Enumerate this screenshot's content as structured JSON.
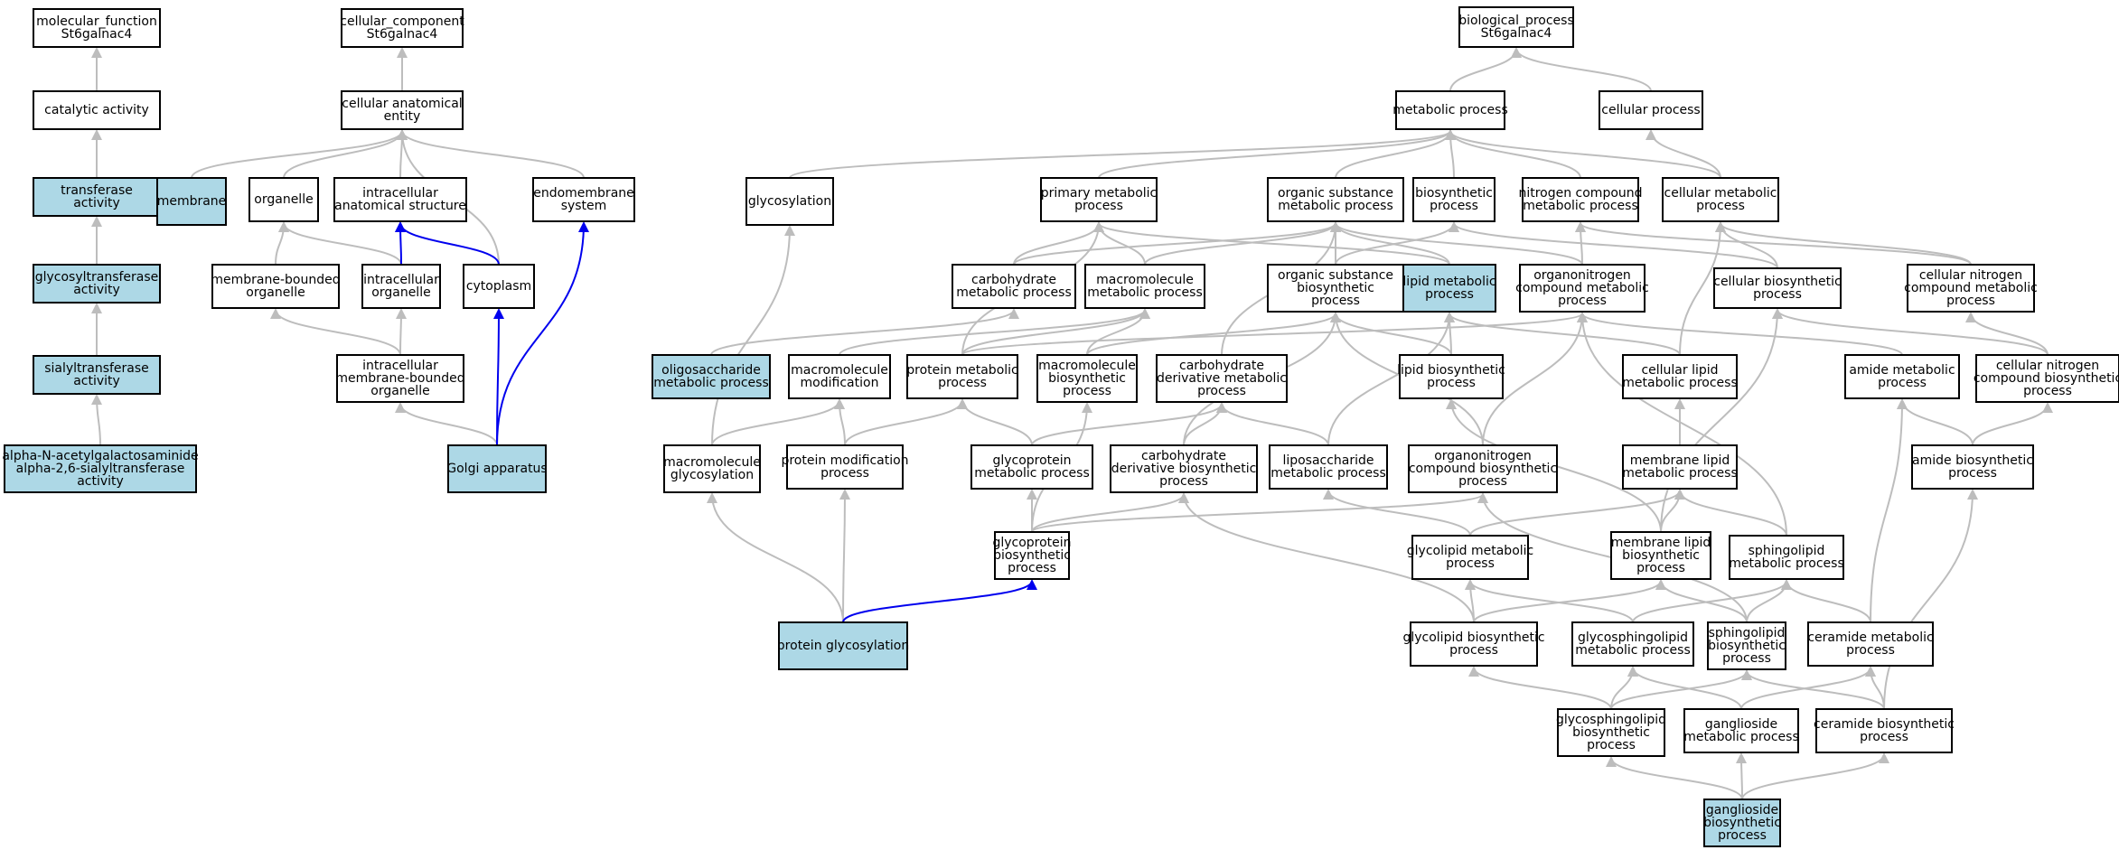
{
  "title": "",
  "colors": {
    "default_fill": "#ffffff",
    "highlight_fill": "#add8e6",
    "edge_default": "#bdbdbd",
    "edge_highlight": "#0000ee",
    "border": "#000000"
  },
  "nodes": [
    {
      "id": "mf",
      "lines": [
        "molecular_function",
        "St6galnac4"
      ],
      "highlight": false
    },
    {
      "id": "cat",
      "lines": [
        "catalytic activity"
      ],
      "highlight": false
    },
    {
      "id": "trf",
      "lines": [
        "transferase",
        "activity"
      ],
      "highlight": true
    },
    {
      "id": "gtr",
      "lines": [
        "glycosyltransferase",
        "activity"
      ],
      "highlight": true
    },
    {
      "id": "sia",
      "lines": [
        "sialyltransferase",
        "activity"
      ],
      "highlight": true
    },
    {
      "id": "alpha",
      "lines": [
        "alpha-N-acetylgalactosaminide",
        "alpha-2,6-sialyltransferase",
        "activity"
      ],
      "highlight": true
    },
    {
      "id": "cc",
      "lines": [
        "cellular_component",
        "St6galnac4"
      ],
      "highlight": false
    },
    {
      "id": "cae",
      "lines": [
        "cellular anatomical",
        "entity"
      ],
      "highlight": false
    },
    {
      "id": "mem",
      "lines": [
        "membrane"
      ],
      "highlight": true
    },
    {
      "id": "org",
      "lines": [
        "organelle"
      ],
      "highlight": false
    },
    {
      "id": "ias",
      "lines": [
        "intracellular",
        "anatomical structure"
      ],
      "highlight": false
    },
    {
      "id": "endo",
      "lines": [
        "endomembrane",
        "system"
      ],
      "highlight": false
    },
    {
      "id": "mbo",
      "lines": [
        "membrane-bounded",
        "organelle"
      ],
      "highlight": false
    },
    {
      "id": "io",
      "lines": [
        "intracellular",
        "organelle"
      ],
      "highlight": false
    },
    {
      "id": "cyto",
      "lines": [
        "cytoplasm"
      ],
      "highlight": false
    },
    {
      "id": "imbo",
      "lines": [
        "intracellular",
        "membrane-bounded",
        "organelle"
      ],
      "highlight": false
    },
    {
      "id": "golgi",
      "lines": [
        "Golgi apparatus"
      ],
      "highlight": true
    },
    {
      "id": "bp",
      "lines": [
        "biological_process",
        "St6galnac4"
      ],
      "highlight": false
    },
    {
      "id": "mp",
      "lines": [
        "metabolic process"
      ],
      "highlight": false
    },
    {
      "id": "cp",
      "lines": [
        "cellular process"
      ],
      "highlight": false
    },
    {
      "id": "glyco",
      "lines": [
        "glycosylation"
      ],
      "highlight": false
    },
    {
      "id": "pmp",
      "lines": [
        "primary metabolic",
        "process"
      ],
      "highlight": false
    },
    {
      "id": "osmp",
      "lines": [
        "organic substance",
        "metabolic process"
      ],
      "highlight": false
    },
    {
      "id": "bsp",
      "lines": [
        "biosynthetic",
        "process"
      ],
      "highlight": false
    },
    {
      "id": "ncmp",
      "lines": [
        "nitrogen compound",
        "metabolic process"
      ],
      "highlight": false
    },
    {
      "id": "cmp",
      "lines": [
        "cellular metabolic",
        "process"
      ],
      "highlight": false
    },
    {
      "id": "carb",
      "lines": [
        "carbohydrate",
        "metabolic process"
      ],
      "highlight": false
    },
    {
      "id": "macro",
      "lines": [
        "macromolecule",
        "metabolic process"
      ],
      "highlight": false
    },
    {
      "id": "osbp",
      "lines": [
        "organic substance",
        "biosynthetic",
        "process"
      ],
      "highlight": false
    },
    {
      "id": "lmp",
      "lines": [
        "lipid metabolic",
        "process"
      ],
      "highlight": true
    },
    {
      "id": "oncmp",
      "lines": [
        "organonitrogen",
        "compound metabolic",
        "process"
      ],
      "highlight": false
    },
    {
      "id": "cbp",
      "lines": [
        "cellular biosynthetic",
        "process"
      ],
      "highlight": false
    },
    {
      "id": "cncmp",
      "lines": [
        "cellular nitrogen",
        "compound metabolic",
        "process"
      ],
      "highlight": false
    },
    {
      "id": "omp",
      "lines": [
        "oligosaccharide",
        "metabolic process"
      ],
      "highlight": true
    },
    {
      "id": "mm",
      "lines": [
        "macromolecule",
        "modification"
      ],
      "highlight": false
    },
    {
      "id": "prot",
      "lines": [
        "protein metabolic",
        "process"
      ],
      "highlight": false
    },
    {
      "id": "mbio",
      "lines": [
        "macromolecule",
        "biosynthetic",
        "process"
      ],
      "highlight": false
    },
    {
      "id": "cdmp",
      "lines": [
        "carbohydrate",
        "derivative metabolic",
        "process"
      ],
      "highlight": false
    },
    {
      "id": "lbp",
      "lines": [
        "lipid biosynthetic",
        "process"
      ],
      "highlight": false
    },
    {
      "id": "clmp",
      "lines": [
        "cellular lipid",
        "metabolic process"
      ],
      "highlight": false
    },
    {
      "id": "amp",
      "lines": [
        "amide metabolic",
        "process"
      ],
      "highlight": false
    },
    {
      "id": "cncbp",
      "lines": [
        "cellular nitrogen",
        "compound biosynthetic",
        "process"
      ],
      "highlight": false
    },
    {
      "id": "mglyc",
      "lines": [
        "macromolecule",
        "glycosylation"
      ],
      "highlight": false
    },
    {
      "id": "pmod",
      "lines": [
        "protein modification",
        "process"
      ],
      "highlight": false
    },
    {
      "id": "gpmp",
      "lines": [
        "glycoprotein",
        "metabolic process"
      ],
      "highlight": false
    },
    {
      "id": "cdbp",
      "lines": [
        "carbohydrate",
        "derivative biosynthetic",
        "process"
      ],
      "highlight": false
    },
    {
      "id": "lipo",
      "lines": [
        "liposaccharide",
        "metabolic process"
      ],
      "highlight": false
    },
    {
      "id": "oncbp",
      "lines": [
        "organonitrogen",
        "compound biosynthetic",
        "process"
      ],
      "highlight": false
    },
    {
      "id": "mlmp",
      "lines": [
        "membrane lipid",
        "metabolic process"
      ],
      "highlight": false
    },
    {
      "id": "abp",
      "lines": [
        "amide biosynthetic",
        "process"
      ],
      "highlight": false
    },
    {
      "id": "gpbp",
      "lines": [
        "glycoprotein",
        "biosynthetic",
        "process"
      ],
      "highlight": false
    },
    {
      "id": "glmp",
      "lines": [
        "glycolipid metabolic",
        "process"
      ],
      "highlight": false
    },
    {
      "id": "mlbp",
      "lines": [
        "membrane lipid",
        "biosynthetic",
        "process"
      ],
      "highlight": false
    },
    {
      "id": "slmp",
      "lines": [
        "sphingolipid",
        "metabolic process"
      ],
      "highlight": false
    },
    {
      "id": "pglyc",
      "lines": [
        "protein glycosylation"
      ],
      "highlight": true
    },
    {
      "id": "glbp",
      "lines": [
        "glycolipid biosynthetic",
        "process"
      ],
      "highlight": false
    },
    {
      "id": "gslmp",
      "lines": [
        "glycosphingolipid",
        "metabolic process"
      ],
      "highlight": false
    },
    {
      "id": "slbp",
      "lines": [
        "sphingolipid",
        "biosynthetic",
        "process"
      ],
      "highlight": false
    },
    {
      "id": "cermp",
      "lines": [
        "ceramide metabolic",
        "process"
      ],
      "highlight": false
    },
    {
      "id": "gslbp",
      "lines": [
        "glycosphingolipid",
        "biosynthetic",
        "process"
      ],
      "highlight": false
    },
    {
      "id": "gangmp",
      "lines": [
        "ganglioside",
        "metabolic process"
      ],
      "highlight": false
    },
    {
      "id": "cerbp",
      "lines": [
        "ceramide biosynthetic",
        "process"
      ],
      "highlight": false
    },
    {
      "id": "gangbp",
      "lines": [
        "ganglioside",
        "biosynthetic",
        "process"
      ],
      "highlight": true
    }
  ],
  "edges": [
    {
      "from": "cat",
      "to": "mf"
    },
    {
      "from": "trf",
      "to": "cat"
    },
    {
      "from": "gtr",
      "to": "trf"
    },
    {
      "from": "sia",
      "to": "gtr"
    },
    {
      "from": "alpha",
      "to": "sia"
    },
    {
      "from": "cae",
      "to": "cc"
    },
    {
      "from": "mem",
      "to": "cae"
    },
    {
      "from": "org",
      "to": "cae"
    },
    {
      "from": "ias",
      "to": "cae"
    },
    {
      "from": "endo",
      "to": "cae"
    },
    {
      "from": "cyto",
      "to": "cae"
    },
    {
      "from": "mbo",
      "to": "org"
    },
    {
      "from": "io",
      "to": "org"
    },
    {
      "from": "io",
      "to": "ias",
      "highlight": true
    },
    {
      "from": "cyto",
      "to": "ias",
      "highlight": true
    },
    {
      "from": "imbo",
      "to": "mbo"
    },
    {
      "from": "imbo",
      "to": "io"
    },
    {
      "from": "golgi",
      "to": "imbo"
    },
    {
      "from": "golgi",
      "to": "cyto",
      "highlight": true
    },
    {
      "from": "golgi",
      "to": "endo",
      "highlight": true
    },
    {
      "from": "mp",
      "to": "bp"
    },
    {
      "from": "cp",
      "to": "bp"
    },
    {
      "from": "glyco",
      "to": "mp"
    },
    {
      "from": "pmp",
      "to": "mp"
    },
    {
      "from": "osmp",
      "to": "mp"
    },
    {
      "from": "bsp",
      "to": "mp"
    },
    {
      "from": "ncmp",
      "to": "mp"
    },
    {
      "from": "cmp",
      "to": "mp"
    },
    {
      "from": "cmp",
      "to": "cp"
    },
    {
      "from": "carb",
      "to": "pmp"
    },
    {
      "from": "carb",
      "to": "osmp"
    },
    {
      "from": "macro",
      "to": "pmp"
    },
    {
      "from": "macro",
      "to": "osmp"
    },
    {
      "from": "osbp",
      "to": "osmp"
    },
    {
      "from": "osbp",
      "to": "bsp"
    },
    {
      "from": "lmp",
      "to": "pmp"
    },
    {
      "from": "lmp",
      "to": "osmp"
    },
    {
      "from": "oncmp",
      "to": "osmp"
    },
    {
      "from": "oncmp",
      "to": "ncmp"
    },
    {
      "from": "cbp",
      "to": "bsp"
    },
    {
      "from": "cbp",
      "to": "cmp"
    },
    {
      "from": "cncmp",
      "to": "ncmp"
    },
    {
      "from": "cncmp",
      "to": "cmp"
    },
    {
      "from": "omp",
      "to": "carb"
    },
    {
      "from": "mm",
      "to": "macro"
    },
    {
      "from": "prot",
      "to": "macro"
    },
    {
      "from": "prot",
      "to": "pmp"
    },
    {
      "from": "prot",
      "to": "oncmp"
    },
    {
      "from": "mbio",
      "to": "macro"
    },
    {
      "from": "mbio",
      "to": "osbp"
    },
    {
      "from": "cdmp",
      "to": "osmp"
    },
    {
      "from": "lbp",
      "to": "lmp"
    },
    {
      "from": "lbp",
      "to": "osbp"
    },
    {
      "from": "clmp",
      "to": "lmp"
    },
    {
      "from": "clmp",
      "to": "cmp"
    },
    {
      "from": "amp",
      "to": "oncmp"
    },
    {
      "from": "cncbp",
      "to": "cncmp"
    },
    {
      "from": "cncbp",
      "to": "cbp"
    },
    {
      "from": "mglyc",
      "to": "glyco"
    },
    {
      "from": "mglyc",
      "to": "mm"
    },
    {
      "from": "pmod",
      "to": "mm"
    },
    {
      "from": "pmod",
      "to": "prot"
    },
    {
      "from": "gpmp",
      "to": "prot"
    },
    {
      "from": "gpmp",
      "to": "cdmp"
    },
    {
      "from": "cdbp",
      "to": "cdmp"
    },
    {
      "from": "cdbp",
      "to": "osbp"
    },
    {
      "from": "lipo",
      "to": "cdmp"
    },
    {
      "from": "lipo",
      "to": "lmp"
    },
    {
      "from": "oncbp",
      "to": "oncmp"
    },
    {
      "from": "oncbp",
      "to": "osbp"
    },
    {
      "from": "mlmp",
      "to": "clmp"
    },
    {
      "from": "abp",
      "to": "amp"
    },
    {
      "from": "abp",
      "to": "cncbp"
    },
    {
      "from": "gpbp",
      "to": "gpmp"
    },
    {
      "from": "gpbp",
      "to": "cdbp"
    },
    {
      "from": "gpbp",
      "to": "mbio"
    },
    {
      "from": "gpbp",
      "to": "oncbp"
    },
    {
      "from": "glmp",
      "to": "lipo"
    },
    {
      "from": "glmp",
      "to": "mlmp"
    },
    {
      "from": "mlbp",
      "to": "mlmp"
    },
    {
      "from": "mlbp",
      "to": "lbp"
    },
    {
      "from": "mlbp",
      "to": "cbp"
    },
    {
      "from": "slmp",
      "to": "mlmp"
    },
    {
      "from": "slmp",
      "to": "oncmp"
    },
    {
      "from": "pglyc",
      "to": "mglyc"
    },
    {
      "from": "pglyc",
      "to": "pmod"
    },
    {
      "from": "pglyc",
      "to": "gpbp",
      "highlight": true
    },
    {
      "from": "glbp",
      "to": "glmp"
    },
    {
      "from": "glbp",
      "to": "mlbp"
    },
    {
      "from": "glbp",
      "to": "cdbp"
    },
    {
      "from": "gslmp",
      "to": "glmp"
    },
    {
      "from": "gslmp",
      "to": "slmp"
    },
    {
      "from": "slbp",
      "to": "slmp"
    },
    {
      "from": "slbp",
      "to": "mlbp"
    },
    {
      "from": "slbp",
      "to": "oncbp"
    },
    {
      "from": "cermp",
      "to": "slmp"
    },
    {
      "from": "cermp",
      "to": "amp"
    },
    {
      "from": "gslbp",
      "to": "glbp"
    },
    {
      "from": "gslbp",
      "to": "gslmp"
    },
    {
      "from": "gslbp",
      "to": "slbp"
    },
    {
      "from": "gangmp",
      "to": "gslmp"
    },
    {
      "from": "gangmp",
      "to": "cermp"
    },
    {
      "from": "cerbp",
      "to": "cermp"
    },
    {
      "from": "cerbp",
      "to": "slbp"
    },
    {
      "from": "cerbp",
      "to": "abp"
    },
    {
      "from": "gangbp",
      "to": "gslbp"
    },
    {
      "from": "gangbp",
      "to": "gangmp"
    },
    {
      "from": "gangbp",
      "to": "cerbp"
    }
  ]
}
